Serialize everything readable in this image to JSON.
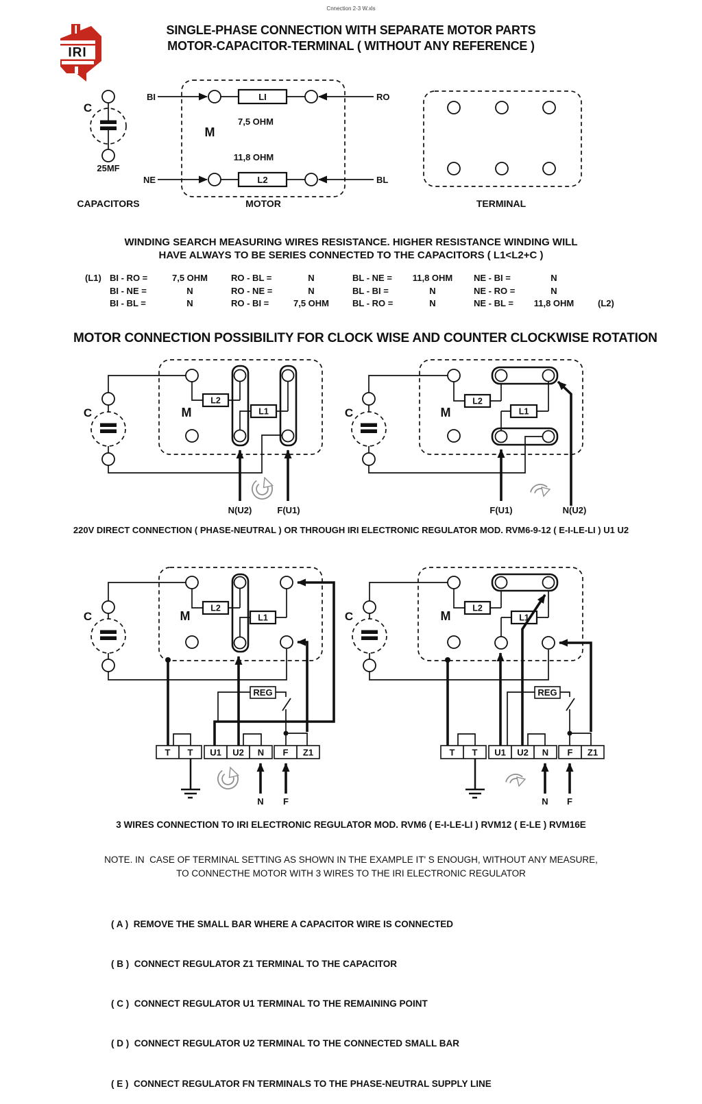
{
  "page": {
    "filename": "Cnnection 2-3 W.xls"
  },
  "logo": {
    "text": "IRI"
  },
  "title": {
    "line1": "SINGLE-PHASE CONNECTION WITH SEPARATE MOTOR PARTS",
    "line2": "MOTOR-CAPACITOR-TERMINAL ( WITHOUT ANY REFERENCE )"
  },
  "labels": {
    "c": "C",
    "m": "M",
    "l1": "L1",
    "l2": "L2",
    "li": "LI",
    "reg": "REG",
    "nu2": "N(U2)",
    "fu1": "F(U1)",
    "n": "N",
    "f": "F",
    "bi": "BI",
    "ro": "RO",
    "ne": "NE",
    "bl": "BL",
    "mf": "25MF",
    "ohm_top": "7,5 OHM",
    "ohm_bottom": "11,8 OHM",
    "capacitors": "CAPACITORS",
    "motor": "MOTOR",
    "terminal": "TERMINAL"
  },
  "winding_note": {
    "line1": "WINDING SEARCH MEASURING WIRES RESISTANCE. HIGHER RESISTANCE WINDING WILL",
    "line2": "HAVE ALWAYS TO BE SERIES CONNECTED TO THE CAPACITORS ( L1<L2+C )"
  },
  "resistance_table": {
    "row_prefix": "(L1)",
    "row_suffix": "(L2)",
    "rows": [
      {
        "cells": [
          {
            "label": "BI - RO =",
            "value": "7,5 OHM"
          },
          {
            "label": "RO - BL =",
            "value": "N"
          },
          {
            "label": "BL - NE =",
            "value": "11,8 OHM"
          },
          {
            "label": "NE - BI =",
            "value": "N"
          }
        ]
      },
      {
        "cells": [
          {
            "label": "BI - NE =",
            "value": "N"
          },
          {
            "label": "RO - NE =",
            "value": "N"
          },
          {
            "label": "BL - BI =",
            "value": "N"
          },
          {
            "label": "NE - RO =",
            "value": "N"
          }
        ]
      },
      {
        "cells": [
          {
            "label": "BI - BL =",
            "value": "N"
          },
          {
            "label": "RO - BI =",
            "value": "7,5 OHM"
          },
          {
            "label": "BL - RO =",
            "value": "N"
          },
          {
            "label": "NE - BL =",
            "value": "11,8 OHM"
          }
        ]
      }
    ]
  },
  "section_rotation_title": "MOTOR CONNECTION POSSIBILITY FOR CLOCK WISE AND COUNTER CLOCKWISE ROTATION",
  "line_220v": "220V DIRECT CONNECTION ( PHASE-NEUTRAL ) OR THROUGH IRI ELECTRONIC REGULATOR MOD. RVM6-9-12 ( E-I-LE-LI ) U1 U2",
  "strip": {
    "cells": [
      "T",
      "T",
      "U1",
      "U2",
      "N",
      "F",
      "Z1"
    ]
  },
  "line_3wires": "3 WIRES CONNECTION TO IRI ELECTRONIC REGULATOR MOD. RVM6 ( E-I-LE-LI ) RVM12 ( E-LE ) RVM16E",
  "note": {
    "line1": "NOTE. IN  CASE OF TERMINAL SETTING AS SHOWN IN THE EXAMPLE IT' S ENOUGH, WITHOUT ANY MEASURE,",
    "line2": "TO CONNECTHE MOTOR WITH 3 WIRES TO THE IRI ELECTRONIC REGULATOR"
  },
  "steps": [
    "( A )  REMOVE THE SMALL BAR WHERE A CAPACITOR WIRE IS CONNECTED",
    "( B )  CONNECT REGULATOR Z1 TERMINAL TO THE CAPACITOR",
    "( C )  CONNECT REGULATOR U1 TERMINAL TO THE REMAINING POINT",
    "( D )  CONNECT REGULATOR U2 TERMINAL TO THE CONNECTED SMALL BAR",
    "( E )  CONNECT REGULATOR FN TERMINALS TO THE PHASE-NEUTRAL SUPPLY LINE"
  ]
}
